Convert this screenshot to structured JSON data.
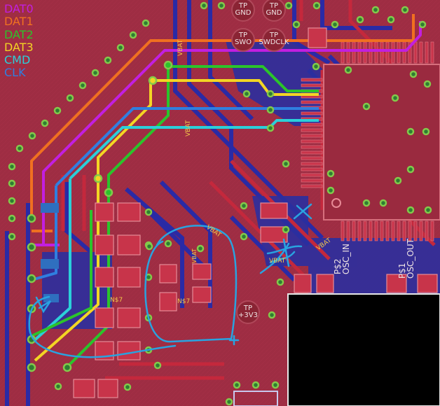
{
  "legend": [
    {
      "label": "DAT0",
      "color": "#c21fe0"
    },
    {
      "label": "DAT1",
      "color": "#f07020"
    },
    {
      "label": "DAT2",
      "color": "#2bc42b"
    },
    {
      "label": "DAT3",
      "color": "#f3d524"
    },
    {
      "label": "CMD",
      "color": "#2bcfd9"
    },
    {
      "label": "CLK",
      "color": "#2f7fe0"
    }
  ],
  "test_points": {
    "tp1": "TP",
    "gnd1": "GND",
    "tp2": "TP",
    "gnd2": "GND",
    "tp3": "TP",
    "swo": "SWO",
    "tp4": "TP",
    "swdclk": "SWDCLK",
    "tp5": "TP",
    "v3v3": "+3V3"
  },
  "silkscreen": {
    "vbat_1": "VBAT",
    "vbat_2": "VBAT",
    "vbat_3": "VBAT",
    "vbat_4": "VBAT",
    "vbat_5": "VBAT",
    "vbat_6": "VBAT",
    "ns7_1": "N$7",
    "ns7_2": "N$7",
    "osc_in_label": "P$2",
    "osc_in": "OSC_IN",
    "osc_out_label": "P$1",
    "osc_out": "OSC_OUT"
  },
  "colors": {
    "board": "#9a2a3f",
    "copper_bottom": "#2a2a9a",
    "copper_top": "#c0303a",
    "pad": "#5a8a2a",
    "via_fill": "#2e7d32",
    "annotation": "#29a3e0",
    "component_body": "#000000"
  }
}
